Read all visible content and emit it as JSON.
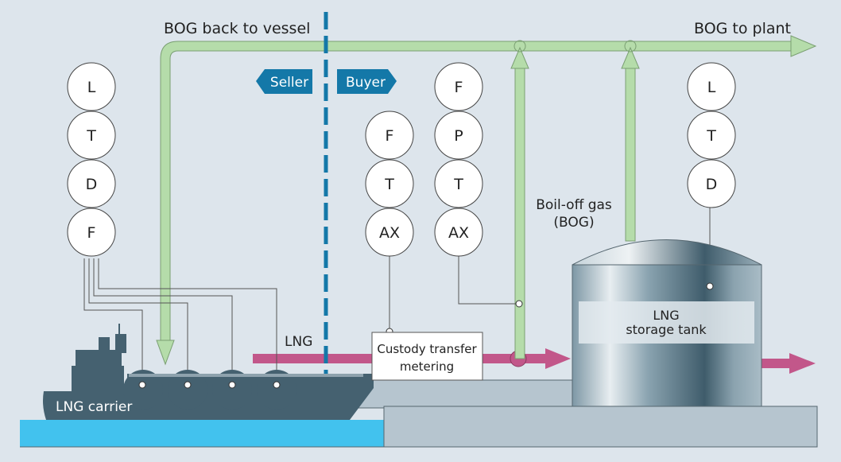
{
  "labels": {
    "bog_back": "BOG back to vessel",
    "bog_plant": "BOG to plant",
    "seller": "Seller",
    "buyer": "Buyer",
    "boiloff_1": "Boil-off gas",
    "boiloff_2": "(BOG)",
    "lng": "LNG",
    "metering_1": "Custody transfer",
    "metering_2": "metering",
    "tank_1": "LNG",
    "tank_2": "storage tank",
    "carrier": "LNG carrier"
  },
  "instruments": {
    "ship": [
      "L",
      "T",
      "D",
      "F"
    ],
    "meter": [
      "F",
      "T",
      "AX"
    ],
    "bog_line": [
      "F",
      "P",
      "T",
      "AX"
    ],
    "tank": [
      "L",
      "T",
      "D"
    ]
  },
  "colors": {
    "background": "#dde5ec",
    "bog_pipe": "#b5dcaa",
    "lng_pipe": "#c2578a",
    "boundary": "#1478a8",
    "ship": "#456170",
    "water": "#42c2ee",
    "ground": "#b6c5cf"
  }
}
